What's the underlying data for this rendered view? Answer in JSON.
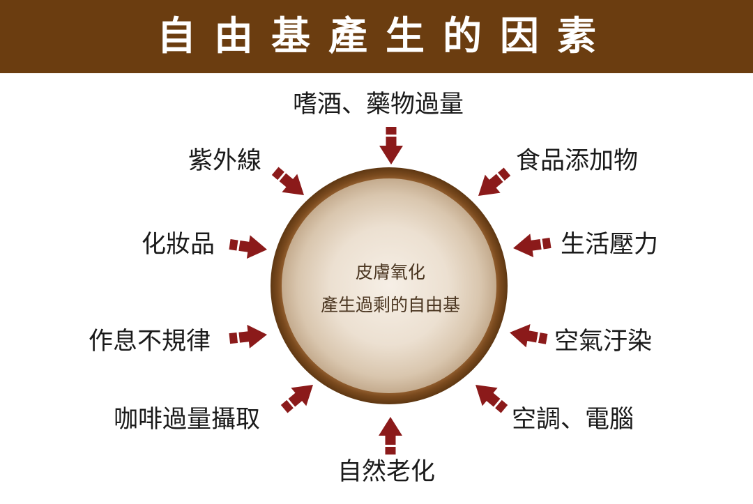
{
  "title": "自由基產生的因素",
  "center": {
    "line1": "皮膚氧化",
    "line2": "產生過剩的自由基"
  },
  "factors": {
    "top": "嗜酒、藥物過量",
    "upper_left": "紫外線",
    "upper_right": "食品添加物",
    "mid_left": "化妝品",
    "mid_right": "生活壓力",
    "lower_left": "作息不規律",
    "lower_right": "空氣汙染",
    "bottom_left": "咖啡過量攝取",
    "bottom_right": "空調、電腦",
    "bottom": "自然老化"
  },
  "colors": {
    "title_bar": "#6b3d10",
    "arrow": "#8b1a1a",
    "ring": "#8b5a2b",
    "circle_center": "#f4ebe0",
    "circle_edge": "#cbb59b"
  },
  "icons": {
    "arrow": "arrow-icon"
  }
}
